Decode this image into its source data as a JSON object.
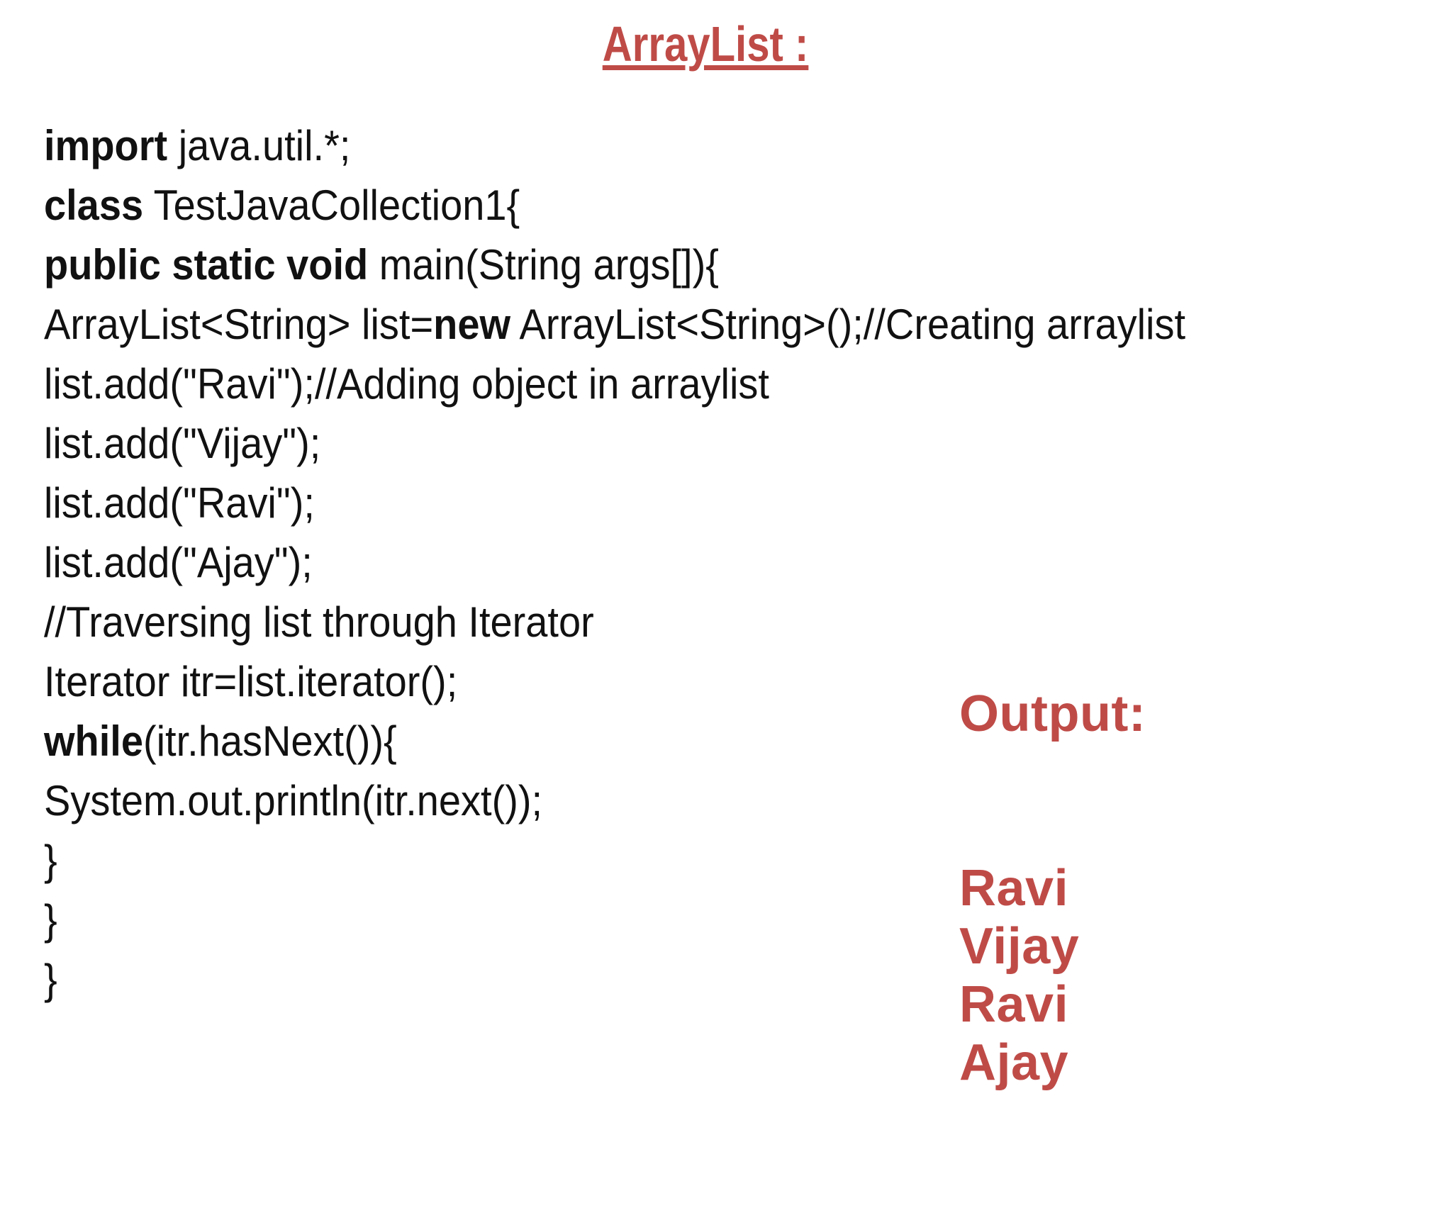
{
  "page": {
    "background_color": "#ffffff"
  },
  "title": {
    "text": "ArrayList :",
    "color": "#bf4b47",
    "underlined": true
  },
  "code": {
    "text_color": "#111111",
    "lines": [
      {
        "segments": [
          {
            "text": "import",
            "bold": true
          },
          {
            "text": " java.util.*;",
            "bold": false
          }
        ]
      },
      {
        "segments": [
          {
            "text": "class",
            "bold": true
          },
          {
            "text": " TestJavaCollection1{",
            "bold": false
          }
        ]
      },
      {
        "segments": [
          {
            "text": "public static void",
            "bold": true
          },
          {
            "text": " main(String args[]){",
            "bold": false
          }
        ]
      },
      {
        "segments": [
          {
            "text": "ArrayList<String> list=",
            "bold": false
          },
          {
            "text": "new",
            "bold": true
          },
          {
            "text": " ArrayList<String>();//Creating arraylist",
            "bold": false
          }
        ]
      },
      {
        "segments": [
          {
            "text": "list.add(\"Ravi\");//Adding object in arraylist",
            "bold": false
          }
        ]
      },
      {
        "segments": [
          {
            "text": "list.add(\"Vijay\");",
            "bold": false
          }
        ]
      },
      {
        "segments": [
          {
            "text": "list.add(\"Ravi\");",
            "bold": false
          }
        ]
      },
      {
        "segments": [
          {
            "text": "list.add(\"Ajay\");",
            "bold": false
          }
        ]
      },
      {
        "segments": [
          {
            "text": "//Traversing list through Iterator",
            "bold": false
          }
        ]
      },
      {
        "segments": [
          {
            "text": "Iterator itr=list.iterator();",
            "bold": false
          }
        ]
      },
      {
        "segments": [
          {
            "text": "while",
            "bold": true
          },
          {
            "text": "(itr.hasNext()){",
            "bold": false
          }
        ]
      },
      {
        "segments": [
          {
            "text": "System.out.println(itr.next());",
            "bold": false
          }
        ]
      },
      {
        "segments": [
          {
            "text": "}",
            "bold": false
          }
        ]
      },
      {
        "segments": [
          {
            "text": "}",
            "bold": false
          }
        ]
      },
      {
        "segments": [
          {
            "text": "}",
            "bold": false
          }
        ]
      }
    ]
  },
  "output": {
    "heading": "Output:",
    "values": [
      "Ravi",
      "Vijay",
      "Ravi",
      "Ajay"
    ],
    "color": "#bf4b47"
  }
}
